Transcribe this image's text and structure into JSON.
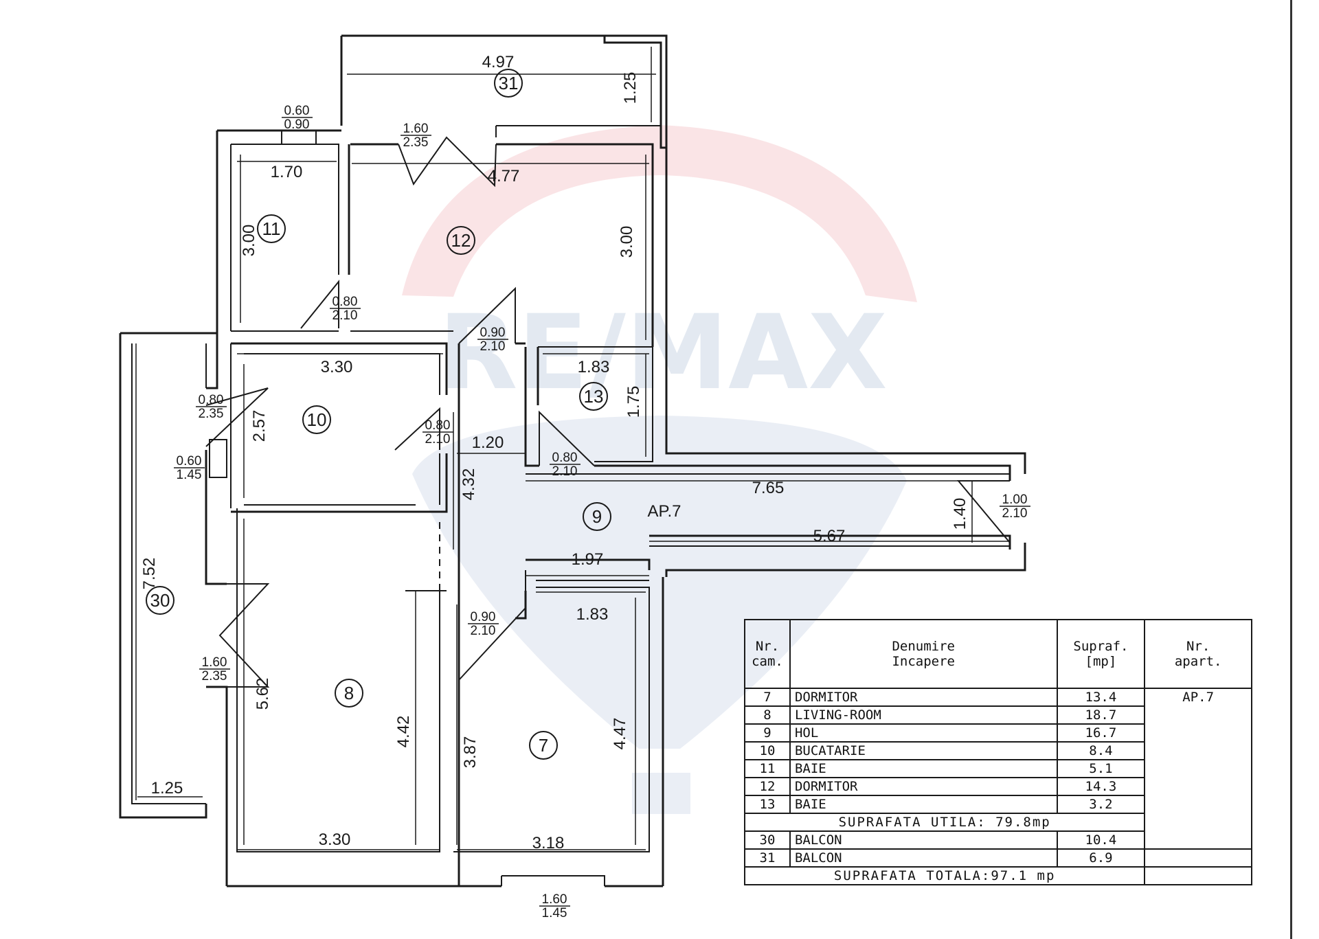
{
  "watermark": {
    "brand_text": "RE/MAX"
  },
  "apartment_label": "AP.7",
  "rooms": [
    {
      "num": "31"
    },
    {
      "num": "11"
    },
    {
      "num": "12"
    },
    {
      "num": "10"
    },
    {
      "num": "13"
    },
    {
      "num": "9"
    },
    {
      "num": "30"
    },
    {
      "num": "8"
    },
    {
      "num": "7"
    }
  ],
  "dimensions": [
    "4.97",
    "1.25",
    "1.70",
    "4.77",
    "3.00",
    "3.00",
    "3.30",
    "1.83",
    "1.75",
    "2.57",
    "1.20",
    "4.32",
    "7.65",
    "1.40",
    "5.67",
    "1.97",
    "1.83",
    "7.52",
    "5.62",
    "4.42",
    "3.87",
    "4.47",
    "1.25",
    "3.30",
    "3.18"
  ],
  "openings": [
    {
      "w": "0.60",
      "h": "0.90"
    },
    {
      "w": "1.60",
      "h": "2.35"
    },
    {
      "w": "0.80",
      "h": "2.10"
    },
    {
      "w": "0.90",
      "h": "2.10"
    },
    {
      "w": "0.80",
      "h": "2.35"
    },
    {
      "w": "0.80",
      "h": "2.10"
    },
    {
      "w": "0.80",
      "h": "2.10"
    },
    {
      "w": "0.60",
      "h": "1.45"
    },
    {
      "w": "1.00",
      "h": "2.10"
    },
    {
      "w": "0.90",
      "h": "2.10"
    },
    {
      "w": "1.60",
      "h": "2.35"
    },
    {
      "w": "1.60",
      "h": "1.45"
    }
  ],
  "legend": {
    "headers": {
      "nr_cam": "Nr.\ncam.",
      "denumire": "Denumire\nIncapere",
      "supraf": "Supraf.\n[mp]",
      "nr_apart": "Nr.\napart."
    },
    "apart": "AP.7",
    "rows": [
      {
        "nr": "7",
        "name": "DORMITOR",
        "area": "13.4"
      },
      {
        "nr": "8",
        "name": "LIVING-ROOM",
        "area": "18.7"
      },
      {
        "nr": "9",
        "name": "HOL",
        "area": "16.7"
      },
      {
        "nr": "10",
        "name": "BUCATARIE",
        "area": "8.4"
      },
      {
        "nr": "11",
        "name": "BAIE",
        "area": "5.1"
      },
      {
        "nr": "12",
        "name": "DORMITOR",
        "area": "14.3"
      },
      {
        "nr": "13",
        "name": "BAIE",
        "area": "3.2"
      }
    ],
    "suprafata_utila": "SUPRAFATA  UTILA: 79.8mp",
    "balcony_rows": [
      {
        "nr": "30",
        "name": "BALCON",
        "area": "10.4"
      },
      {
        "nr": "31",
        "name": "BALCON",
        "area": "6.9"
      }
    ],
    "suprafata_totala": "SUPRAFATA  TOTALA:97.1 mp"
  }
}
